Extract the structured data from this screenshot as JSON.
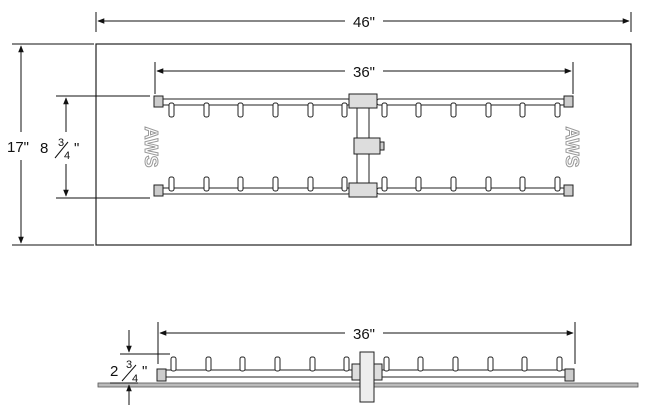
{
  "top_view": {
    "overall_width": "46\"",
    "overall_depth": "17\"",
    "burner_length": "36\"",
    "burner_spacing": {
      "whole": "8",
      "num": "3",
      "den": "4",
      "unit": "\""
    },
    "logo_text": "AWS"
  },
  "side_view": {
    "burner_length": "36\"",
    "height": {
      "whole": "2",
      "num": "3",
      "den": "4",
      "unit": "\""
    }
  }
}
